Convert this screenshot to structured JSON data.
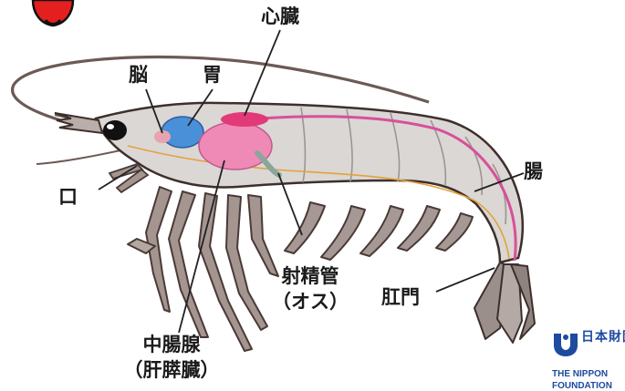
{
  "labels": {
    "heart": "心臓",
    "brain": "脳",
    "stomach": "胃",
    "mouth": "口",
    "intestine": "腸",
    "ejaculatory_duct": "射精管",
    "ejaculatory_duct_note": "（オス）",
    "anus": "肛門",
    "midgut_gland": "中腸腺",
    "midgut_gland_note": "（肝膵臓）"
  },
  "logo": {
    "kanji": "日本財団",
    "name_line1": "THE NIPPON",
    "name_line2": "FOUNDATION"
  },
  "colors": {
    "heart": "#e23a78",
    "stomach": "#ef8ab6",
    "brain": "#4a90d9",
    "intestine": "#d94f9a",
    "leader_line": "#222222",
    "body_gray": "#bdb8b6",
    "logo_blue": "#1e4aa0"
  }
}
